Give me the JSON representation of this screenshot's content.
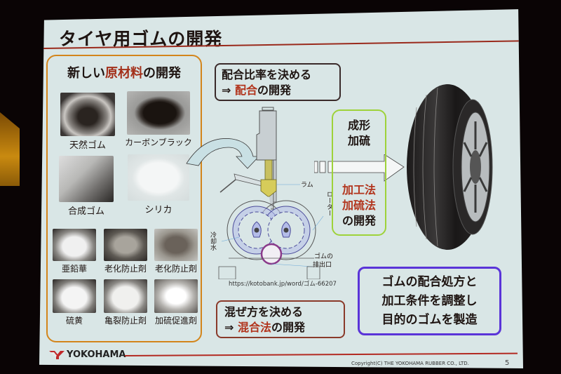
{
  "slide": {
    "title": "タイヤ用ゴムの開発",
    "page_number": "5",
    "copyright": "Copyright(C) THE YOKOHAMA RUBBER CO., LTD.",
    "logo_text": "YOKOHAMA"
  },
  "raw_materials": {
    "title_prefix": "新しい",
    "title_accent": "原材料",
    "title_suffix": "の開発",
    "items": [
      {
        "label": "天然ゴム",
        "tone": "dark"
      },
      {
        "label": "カーボンブラック",
        "tone": "black"
      },
      {
        "label": "合成ゴム",
        "tone": "grey"
      },
      {
        "label": "シリカ",
        "tone": "white"
      },
      {
        "label": "亜鉛華",
        "tone": "white"
      },
      {
        "label": "老化防止剤",
        "tone": "granular"
      },
      {
        "label": "老化防止剤",
        "tone": "granular"
      },
      {
        "label": "硫黄",
        "tone": "white"
      },
      {
        "label": "亀裂防止剤",
        "tone": "white"
      },
      {
        "label": "加硫促進剤",
        "tone": "white"
      }
    ]
  },
  "compounding": {
    "line1": "配合比率を決める",
    "arrow": "⇒ ",
    "accent": "配合",
    "suffix": "の開発"
  },
  "mixing": {
    "line1": "混ぜ方を決める",
    "arrow": "⇒ ",
    "accent": "混合法",
    "suffix": "の開発"
  },
  "diagram": {
    "ram_label": "ラム",
    "rotor_label": "ローター",
    "cooling_label": "冷却水",
    "outlet_label_1": "ゴムの",
    "outlet_label_2": "排出口",
    "source_url": "https://kotobank.jp/word/ゴム-66207"
  },
  "vulcanization": {
    "top_line1": "成形",
    "top_line2": "加硫",
    "accent_line1": "加工法",
    "accent_line2": "加硫法",
    "suffix": "の開発"
  },
  "result": {
    "line1": "ゴムの配合処方と",
    "line2": "加工条件を調整し",
    "line3": "目的のゴムを製造"
  },
  "colors": {
    "title_rule": "#9a2a1c",
    "accent_red": "#b2341c",
    "materials_border": "#d3851b",
    "vulc_border": "#9ed23a",
    "result_border": "#5a34d8",
    "slide_bg": "#d9e6e6"
  }
}
